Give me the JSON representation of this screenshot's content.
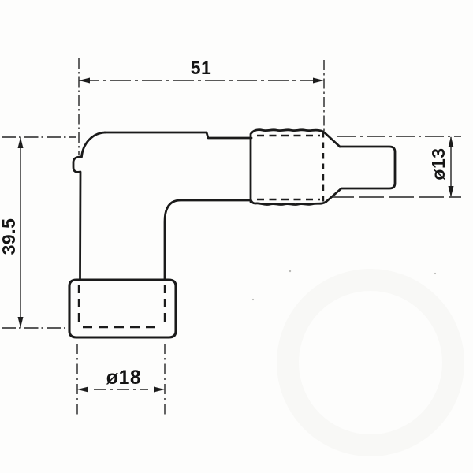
{
  "drawing": {
    "kind": "technical-drawing",
    "colors": {
      "ink": "#1a1a1a",
      "background": "#fdfdfc"
    },
    "dimensions": {
      "top_width": "51",
      "left_height": "39.5",
      "right_diameter": "ø13",
      "bottom_diameter": "ø18"
    }
  }
}
